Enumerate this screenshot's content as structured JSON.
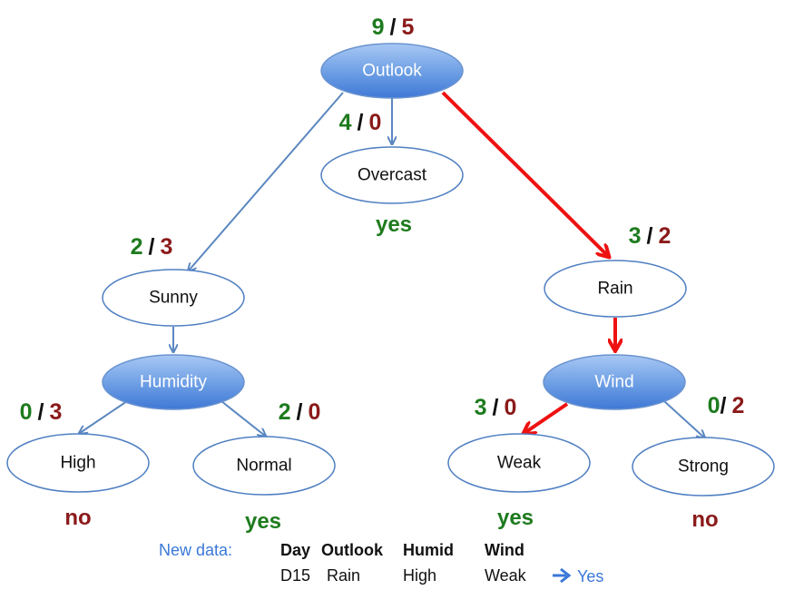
{
  "colors": {
    "pos": "#1e7b1e",
    "neg": "#8b1a1a",
    "sep": "#111111",
    "edge": "#5b87c0",
    "path": "#ee1111",
    "accent_text": "#3a78d8"
  },
  "nodes": {
    "outlook": "Outlook",
    "overcast": "Overcast",
    "sunny": "Sunny",
    "rain": "Rain",
    "humidity": "Humidity",
    "wind": "Wind",
    "high": "High",
    "normal": "Normal",
    "weak": "Weak",
    "strong": "Strong"
  },
  "counts": {
    "root": {
      "pos": "9",
      "sep": "/",
      "neg": "5"
    },
    "overcast": {
      "pos": "4",
      "sep": "/",
      "neg": "0"
    },
    "sunny": {
      "pos": "2",
      "sep": "/",
      "neg": "3"
    },
    "rain": {
      "pos": "3",
      "sep": "/",
      "neg": "2"
    },
    "high": {
      "pos": "0",
      "sep": "/",
      "neg": "3"
    },
    "normal": {
      "pos": "2",
      "sep": "/",
      "neg": "0"
    },
    "weak": {
      "pos": "3",
      "sep": "/",
      "neg": "0"
    },
    "strong": {
      "pos": "0",
      "sep": "/",
      "neg": "2"
    }
  },
  "leaves": {
    "overcast": "yes",
    "high": "no",
    "normal": "yes",
    "weak": "yes",
    "strong": "no"
  },
  "new_data": {
    "label": "New data:",
    "headers": [
      "Day",
      "Outlook",
      "Humid",
      "Wind"
    ],
    "values": [
      "D15",
      "Rain",
      "High",
      "Weak"
    ],
    "result": "Yes"
  }
}
